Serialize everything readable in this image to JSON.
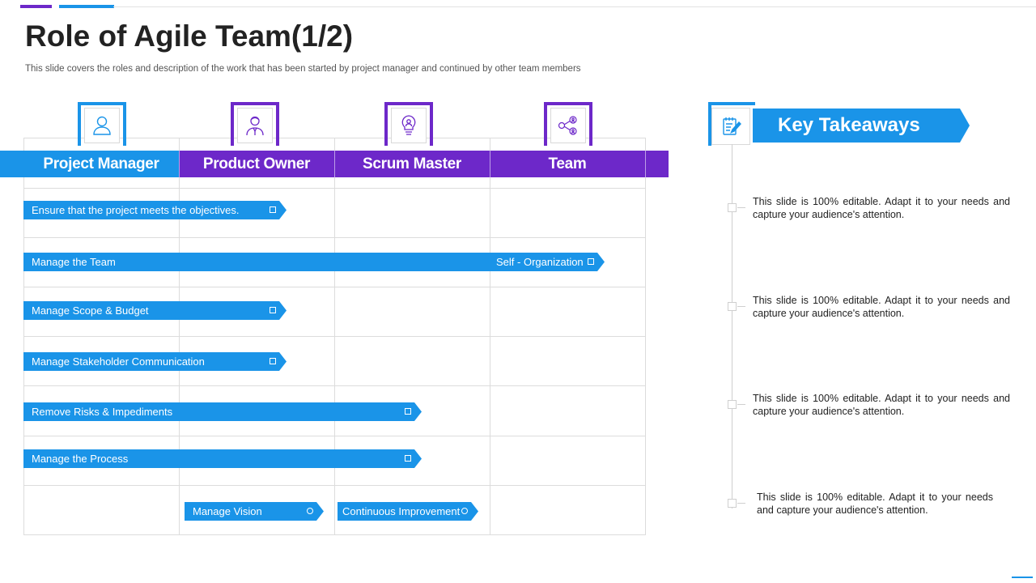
{
  "slide": {
    "title": "Role of Agile Team(1/2)",
    "subtitle": "This slide covers the roles and description of the work that has been started by project manager and continued by other team members"
  },
  "columns": [
    {
      "label": "Project Manager",
      "icon": "user-icon"
    },
    {
      "label": "Product Owner",
      "icon": "businessman-icon"
    },
    {
      "label": "Scrum Master",
      "icon": "lightbulb-person-icon"
    },
    {
      "label": "Team",
      "icon": "team-network-icon"
    }
  ],
  "tasks": [
    {
      "label": "Ensure that the project meets the objectives."
    },
    {
      "label": "Manage the Team",
      "end_label": "Self - Organization"
    },
    {
      "label": "Manage Scope & Budget"
    },
    {
      "label": "Manage Stakeholder Communication"
    },
    {
      "label": "Remove Risks & Impediments"
    },
    {
      "label": "Manage the Process"
    },
    {
      "label": "Manage Vision"
    },
    {
      "label": "Continuous Improvement"
    }
  ],
  "takeaways": {
    "title": "Key Takeaways",
    "icon": "notepad-pen-icon",
    "items": [
      "This slide is 100% editable. Adapt it to your needs and capture your audience's attention.",
      "This slide is 100% editable. Adapt it to your needs and capture your audience's attention.",
      "This slide is 100% editable. Adapt it to your needs and capture your audience's attention.",
      "This slide is 100% editable. Adapt it to your needs and capture your audience's attention."
    ]
  },
  "colors": {
    "blue": "#1a94e8",
    "purple": "#6d28c9",
    "grid": "#dcdcdc"
  }
}
